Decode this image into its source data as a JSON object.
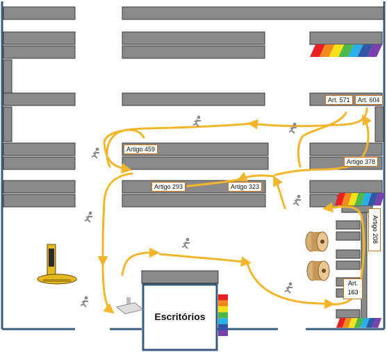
{
  "colors": {
    "wall": "#3b5a7c",
    "rack_fill": "#8a8a8a",
    "rack_stroke": "#3a3a3a",
    "path": "#f2b52b",
    "label_border": "#c8701a",
    "rainbow": [
      "#e81f25",
      "#f08a1c",
      "#f5e11a",
      "#4cb848",
      "#29aee5",
      "#3156a4",
      "#7a3fb0"
    ]
  },
  "labels": {
    "office": "Escritórios",
    "art571": "Art. 571",
    "art604": "Art. 604",
    "artigo459": "Artigo 459",
    "artigo378": "Artigo 378",
    "artigo293": "Artigo 293",
    "artigo323": "Artigo 323",
    "artigo208": "Artigo 208",
    "art163_line1": "Art.",
    "art163_line2": "163"
  },
  "icons": {
    "runner": "running-person-icon",
    "pallet_wrapper": "pallet-wrapper-icon",
    "scale": "platform-scale-icon",
    "cable_reel": "cable-reel-icon",
    "rainbow_stack": "rainbow-stack-icon"
  }
}
